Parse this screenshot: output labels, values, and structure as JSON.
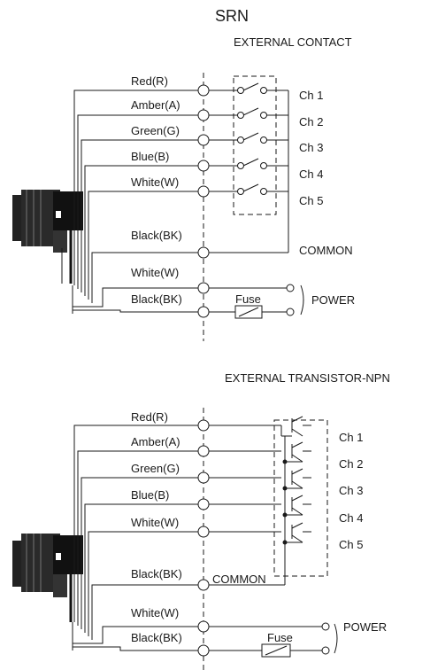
{
  "title": "SRN",
  "diagram1": {
    "heading": "EXTERNAL CONTACT",
    "wires": [
      "Red(R)",
      "Amber(A)",
      "Green(G)",
      "Blue(B)",
      "White(W)",
      "Black(BK)",
      "White(W)",
      "Black(BK)"
    ],
    "channels": [
      "Ch 1",
      "Ch 2",
      "Ch 3",
      "Ch 4",
      "Ch 5"
    ],
    "common": "COMMON",
    "fuse": "Fuse",
    "power": "POWER"
  },
  "diagram2": {
    "heading": "EXTERNAL TRANSISTOR-NPN",
    "wires": [
      "Red(R)",
      "Amber(A)",
      "Green(G)",
      "Blue(B)",
      "White(W)",
      "Black(BK)",
      "White(W)",
      "Black(BK)"
    ],
    "channels": [
      "Ch 1",
      "Ch 2",
      "Ch 3",
      "Ch 4",
      "Ch 5"
    ],
    "common": "COMMON",
    "fuse": "Fuse",
    "power": "POWER"
  },
  "colors": {
    "line": "#1a1a1a",
    "background": "#ffffff",
    "device": "#222222"
  },
  "icons": [
    "signal-tower-icon",
    "switch-contact-icon",
    "npn-transistor-icon",
    "fuse-icon"
  ]
}
